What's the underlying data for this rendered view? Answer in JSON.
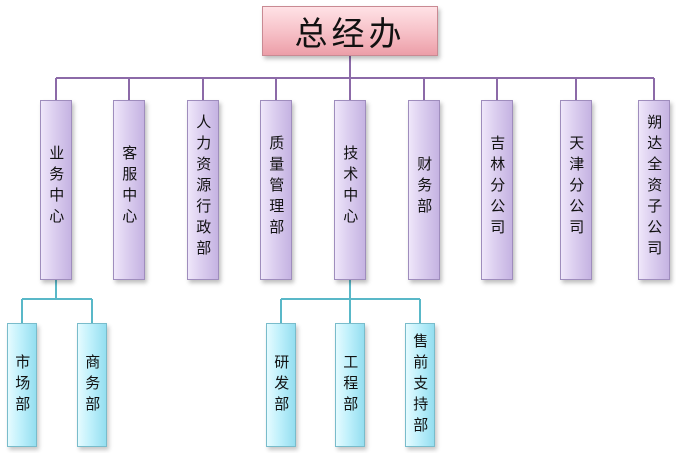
{
  "top": {
    "label": "总经办"
  },
  "departments": [
    {
      "label": "业务中心"
    },
    {
      "label": "客服中心"
    },
    {
      "label": "人力资源行政部"
    },
    {
      "label": "质量管理部"
    },
    {
      "label": "技术中心"
    },
    {
      "label": "财务部"
    },
    {
      "label": "吉林分公司"
    },
    {
      "label": "天津分公司"
    },
    {
      "label": "朔达全资子公司"
    }
  ],
  "business_center_units": [
    {
      "label": "市场部"
    },
    {
      "label": "商务部"
    }
  ],
  "tech_center_units": [
    {
      "label": "研发部"
    },
    {
      "label": "工程部"
    },
    {
      "label": "售前支持部"
    }
  ],
  "colors": {
    "top_fill": "#f6bfc6",
    "department_fill": "#ddd0f0",
    "sub_fill": "#bff0fb",
    "top_connector": "#8c6aa8",
    "sub_connector": "#59b8c8"
  }
}
